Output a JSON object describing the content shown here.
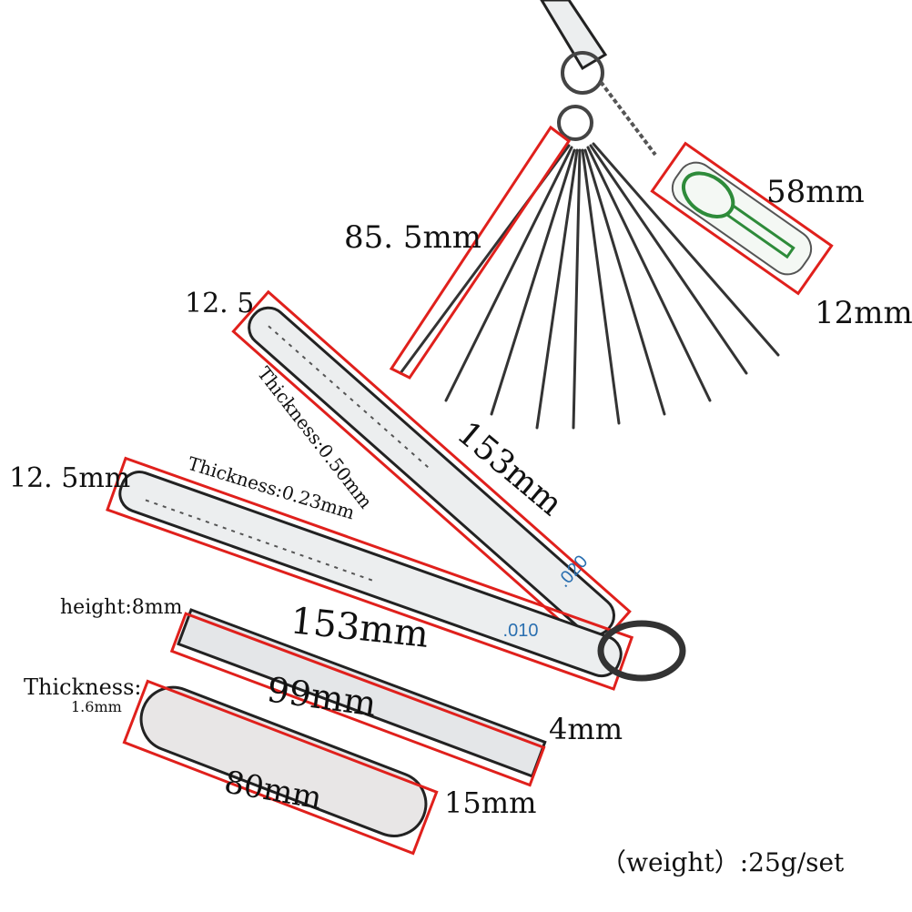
{
  "colors": {
    "annotation": "#e0201c",
    "metal": "#eceeef",
    "guitar": "#2e8b3a",
    "gauge_mark": "#2a6fb0"
  },
  "wires": {
    "length": "85. 5mm"
  },
  "guitar_tag": {
    "length": "58mm",
    "width": "12mm"
  },
  "gauge_050": {
    "width": "12. 5",
    "thickness": "Thickness:0.50mm",
    "length": "153mm",
    "mark": ".020"
  },
  "gauge_023": {
    "width": "12. 5mm",
    "thickness": "Thickness:0.23mm",
    "mark": ".010"
  },
  "file": {
    "height": "height:8mm",
    "length": "153mm",
    "width": "4mm"
  },
  "stone": {
    "thickness_label": "Thickness:",
    "thickness_value": "1.6mm",
    "length_top": "99mm",
    "length": "80mm",
    "width": "15mm"
  },
  "weight": "（weight）:25g/set"
}
